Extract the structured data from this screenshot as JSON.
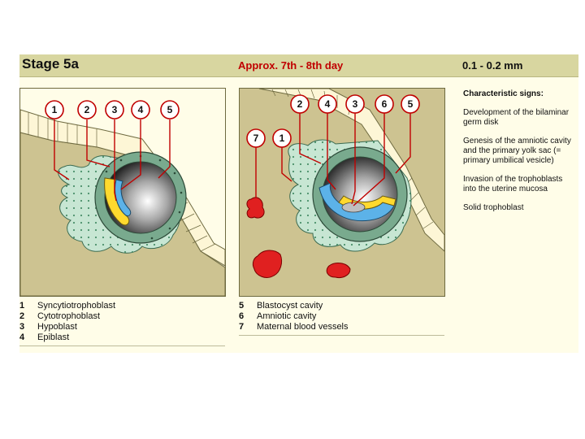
{
  "header": {
    "title": "Stage 5a",
    "day": "Approx. 7th - 8th day",
    "size": "0.1 - 0.2 mm"
  },
  "panel1": {
    "callouts": [
      "1",
      "2",
      "3",
      "4",
      "5"
    ]
  },
  "panel2": {
    "callouts": [
      "7",
      "1",
      "2",
      "4",
      "3",
      "6",
      "5"
    ]
  },
  "legend1": [
    {
      "num": "1",
      "label": "Syncytiotrophoblast"
    },
    {
      "num": "2",
      "label": "Cytotrophoblast"
    },
    {
      "num": "3",
      "label": "Hypoblast"
    },
    {
      "num": "4",
      "label": "Epiblast"
    }
  ],
  "legend2": [
    {
      "num": "5",
      "label": "Blastocyst cavity"
    },
    {
      "num": "6",
      "label": "Amniotic cavity"
    },
    {
      "num": "7",
      "label": "Maternal blood vessels"
    }
  ],
  "signs": {
    "title": "Characteristic signs:",
    "items": [
      "Development of the bilaminar germ disk",
      "Genesis of the amniotic cavity and the primary yolk sac (= primary umbilical vesicle)",
      "Invasion of the trophoblasts into the uterine mucosa",
      "Solid trophoblast"
    ]
  },
  "colors": {
    "mucosa": "#cdc391",
    "syncytio": "#c7e6d3",
    "cyto": "#79aa8e",
    "hypoblast": "#ffd92e",
    "epiblast": "#5cb2e8",
    "blood": "#e02020",
    "callout_ring": "#c00000"
  }
}
